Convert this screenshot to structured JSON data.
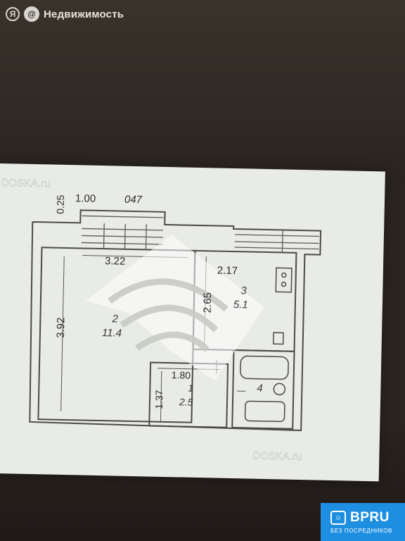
{
  "header": {
    "logo_mark": "Я",
    "logo_mark2": "@",
    "title": "Недвижимость",
    "icon": "yandex-logo-icon"
  },
  "plan": {
    "watermark_top": "DOSKA.ru",
    "watermark_bottom": "DOSKA.ru",
    "dim_wall": "0.25",
    "dim_window": "1.00",
    "dim_extra": "047",
    "room_main_width": "3.22",
    "room_main_height": "3.92",
    "room_main_number": "2",
    "room_main_area": "11.4",
    "kitchen_width": "2.17",
    "kitchen_height": "2.65",
    "kitchen_number": "3",
    "kitchen_area": "5.1",
    "hall_width": "1.80",
    "hall_height": "1.37",
    "hall_number": "1",
    "hall_area": "2.5",
    "bath_number": "4"
  },
  "badge": {
    "brand": "BPRU",
    "sub": "БЕЗ ПОСРЕДНИКОВ",
    "icon": "people-icon",
    "color": "#1e8fe0"
  }
}
